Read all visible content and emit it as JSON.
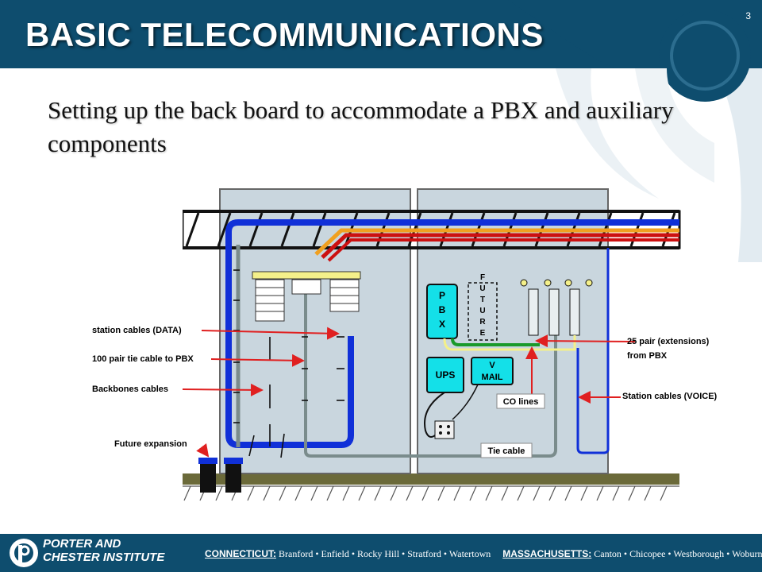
{
  "slide": {
    "title": "BASIC TELECOMMUNICATIONS",
    "page_number": "3",
    "subtitle": "Setting up the back board to accommodate a PBX and auxiliary components"
  },
  "colors": {
    "header_blue": "#0e4d6e",
    "cable_blue": "#1030d8",
    "arrow_red": "#e02020",
    "panel_bg": "#c9d6de",
    "box_cyan": "#14e0e8"
  },
  "diagram": {
    "callouts_left": [
      "station cables (DATA)",
      "100 pair tie cable to PBX",
      "Backbones cables",
      "Future expansion"
    ],
    "callouts_right": [
      "25 pair (extensions)",
      "from PBX",
      "Station cables (VOICE)",
      "CO lines",
      "Tie cable"
    ],
    "boxes": {
      "pbx": [
        "P",
        "B",
        "X"
      ],
      "future": [
        "F",
        "U",
        "T",
        "U",
        "R",
        "E"
      ],
      "ups": "UPS",
      "vmail_line1": "V",
      "vmail_line2": "MAIL"
    }
  },
  "footer": {
    "logo_line1": "PORTER AND",
    "logo_line2": "CHESTER INSTITUTE",
    "ct_label": "CONNECTICUT:",
    "ct_towns": "Branford • Enfield • Rocky Hill • Stratford • Watertown",
    "ma_label": "MASSACHUSETTS:",
    "ma_towns": "Canton • Chicopee • Westborough • Woburn"
  }
}
